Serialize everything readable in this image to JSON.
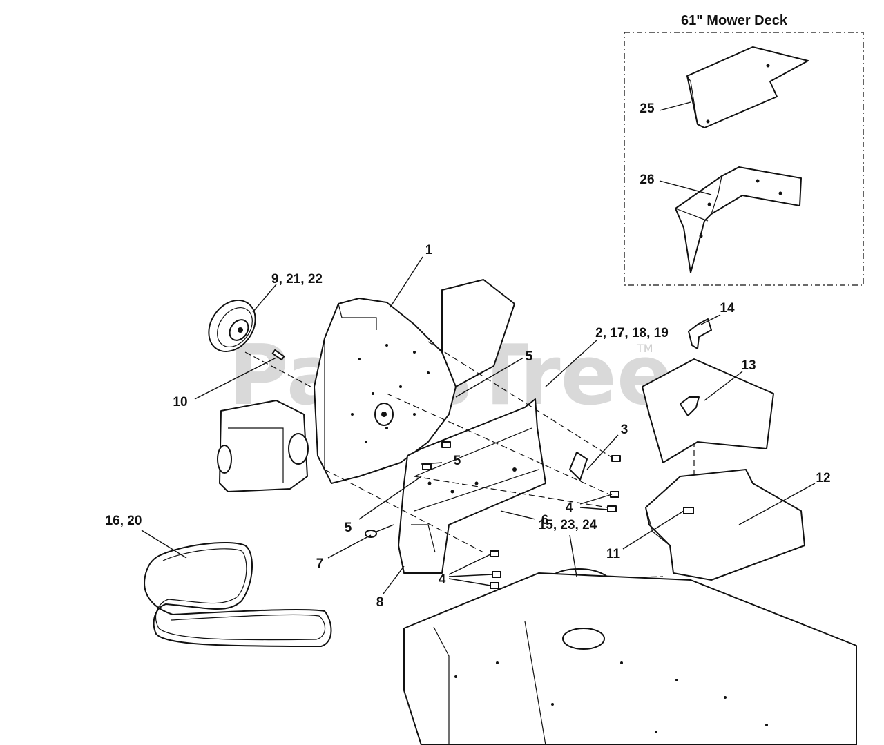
{
  "inset": {
    "title": "61\" Mower Deck"
  },
  "watermark": {
    "text": "PartsTree",
    "trademark": "TM"
  },
  "callouts": [
    {
      "id": "c1",
      "text": "1"
    },
    {
      "id": "c2",
      "text": "9, 21, 22"
    },
    {
      "id": "c3",
      "text": "2, 17, 18, 19"
    },
    {
      "id": "c4",
      "text": "5"
    },
    {
      "id": "c5",
      "text": "10"
    },
    {
      "id": "c6",
      "text": "5"
    },
    {
      "id": "c7",
      "text": "3"
    },
    {
      "id": "c8",
      "text": "4"
    },
    {
      "id": "c9",
      "text": "6"
    },
    {
      "id": "c10",
      "text": "5"
    },
    {
      "id": "c11",
      "text": "7"
    },
    {
      "id": "c12",
      "text": "4"
    },
    {
      "id": "c13",
      "text": "8"
    },
    {
      "id": "c14",
      "text": "16, 20"
    },
    {
      "id": "c15",
      "text": "15, 23, 24"
    },
    {
      "id": "c16",
      "text": "14"
    },
    {
      "id": "c17",
      "text": "13"
    },
    {
      "id": "c18",
      "text": "12"
    },
    {
      "id": "c19",
      "text": "11"
    },
    {
      "id": "c20",
      "text": "25"
    },
    {
      "id": "c21",
      "text": "26"
    }
  ]
}
